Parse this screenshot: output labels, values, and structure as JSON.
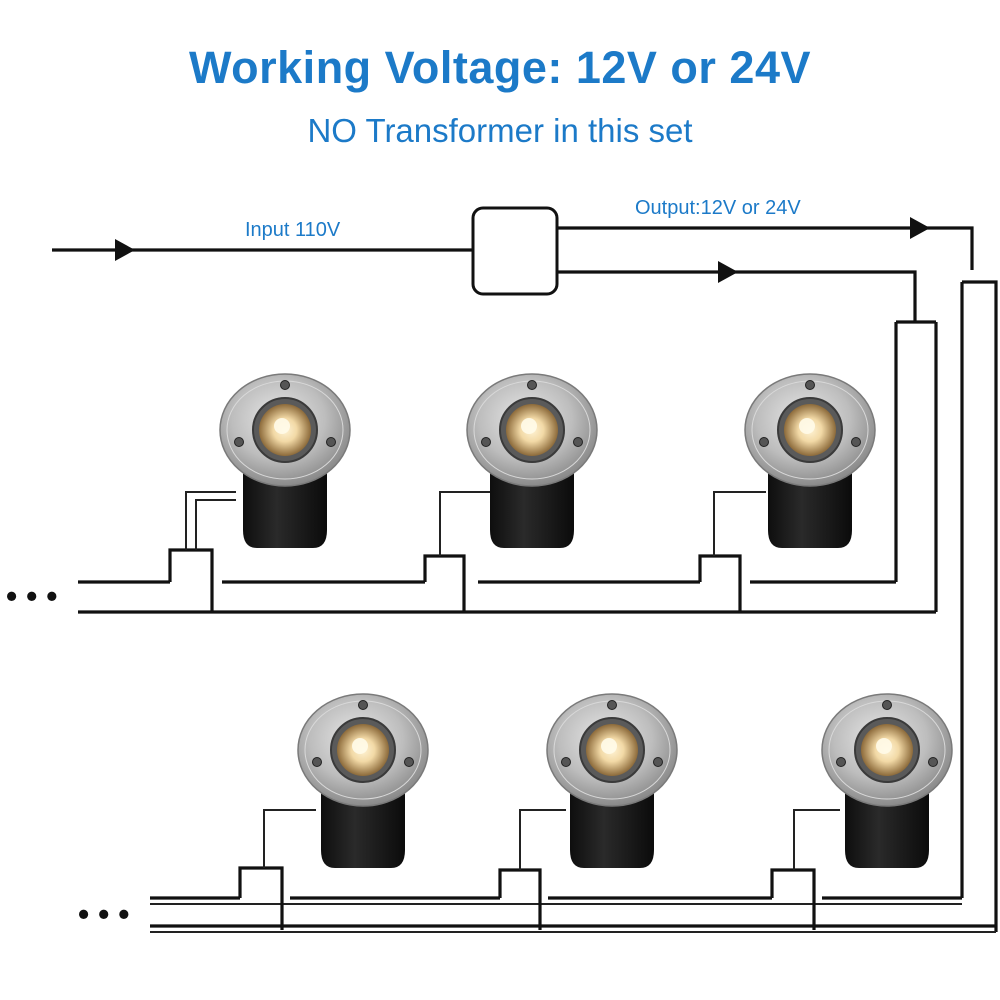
{
  "header": {
    "title": "Working Voltage: 12V or 24V",
    "subtitle": "NO Transformer in this set"
  },
  "diagram": {
    "input_label": "Input 110V",
    "output_label": "Output:12V or 24V",
    "continuation": "• • •",
    "lights_per_row": 3,
    "rows": 2,
    "colors": {
      "text_accent": "#1c7ac8",
      "wire": "#111111",
      "light_body": "#1a1a1a",
      "light_rim": "#b8b8b8",
      "lamp_glow": "#f2d9a6"
    }
  }
}
